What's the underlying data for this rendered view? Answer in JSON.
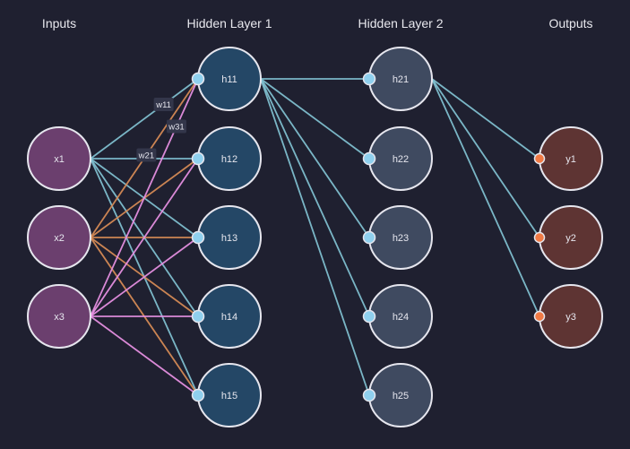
{
  "layers": {
    "inputs": {
      "title": "Inputs",
      "fill": "#6b3f6e",
      "nodes": [
        "x1",
        "x2",
        "x3"
      ]
    },
    "hidden1": {
      "title": "Hidden Layer 1",
      "fill": "#244766",
      "nodes": [
        "h11",
        "h12",
        "h13",
        "h14",
        "h15"
      ]
    },
    "hidden2": {
      "title": "Hidden Layer 2",
      "fill": "#3f4a60",
      "nodes": [
        "h21",
        "h22",
        "h23",
        "h24",
        "h25"
      ]
    },
    "outputs": {
      "title": "Outputs",
      "fill": "#5e3433",
      "nodes": [
        "y1",
        "y2",
        "y3"
      ]
    }
  },
  "connections": [
    {
      "from": "x1",
      "to": "h11",
      "color": "#7fbfcf"
    },
    {
      "from": "x1",
      "to": "h12",
      "color": "#7fbfcf"
    },
    {
      "from": "x1",
      "to": "h13",
      "color": "#7fbfcf"
    },
    {
      "from": "x1",
      "to": "h14",
      "color": "#7fbfcf"
    },
    {
      "from": "x1",
      "to": "h15",
      "color": "#7fbfcf"
    },
    {
      "from": "x2",
      "to": "h11",
      "color": "#d58a55"
    },
    {
      "from": "x2",
      "to": "h12",
      "color": "#d58a55"
    },
    {
      "from": "x2",
      "to": "h13",
      "color": "#d58a55"
    },
    {
      "from": "x2",
      "to": "h14",
      "color": "#d58a55"
    },
    {
      "from": "x2",
      "to": "h15",
      "color": "#d58a55"
    },
    {
      "from": "x3",
      "to": "h11",
      "color": "#e58fe0"
    },
    {
      "from": "x3",
      "to": "h12",
      "color": "#e58fe0"
    },
    {
      "from": "x3",
      "to": "h13",
      "color": "#e58fe0"
    },
    {
      "from": "x3",
      "to": "h14",
      "color": "#e58fe0"
    },
    {
      "from": "x3",
      "to": "h15",
      "color": "#e58fe0"
    },
    {
      "from": "h11",
      "to": "h21",
      "color": "#7fbfcf"
    },
    {
      "from": "h11",
      "to": "h22",
      "color": "#7fbfcf"
    },
    {
      "from": "h11",
      "to": "h23",
      "color": "#7fbfcf"
    },
    {
      "from": "h11",
      "to": "h24",
      "color": "#7fbfcf"
    },
    {
      "from": "h11",
      "to": "h25",
      "color": "#7fbfcf"
    },
    {
      "from": "h21",
      "to": "y1",
      "color": "#7fbfcf"
    },
    {
      "from": "h21",
      "to": "y2",
      "color": "#7fbfcf"
    },
    {
      "from": "h21",
      "to": "y3",
      "color": "#7fbfcf"
    }
  ],
  "weight_labels": [
    {
      "text": "w11",
      "edge": "x1-h11"
    },
    {
      "text": "w21",
      "edge": "x2-h11"
    },
    {
      "text": "w31",
      "edge": "x3-h11"
    }
  ],
  "colors": {
    "background": "#1f2030",
    "node_stroke": "#e6e6ee",
    "node_text": "#e6e6ee",
    "hidden_port": "#8fd0ee",
    "output_port": "#f07a45",
    "weight_label_bg": "#33364a",
    "weight_label_text": "#e6e6ee"
  }
}
